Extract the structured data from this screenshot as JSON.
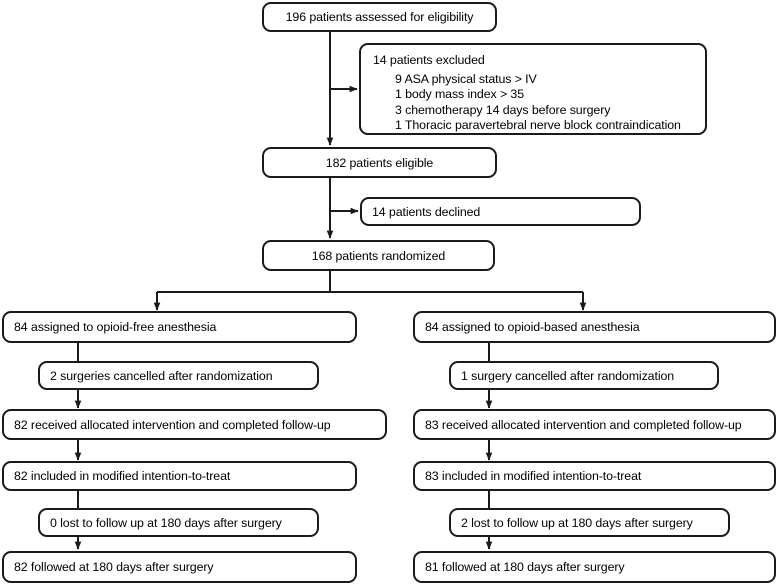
{
  "diagram": {
    "title": "CONSORT patient flow diagram",
    "type": "flowchart",
    "stroke_color": "#1a1a1a",
    "background_color": "#ffffff",
    "text_color": "#000000"
  },
  "nodes": {
    "assessed": {
      "label": "196 patients assessed for eligibility"
    },
    "excluded": {
      "header": "14 patients excluded",
      "reasons": [
        "9 ASA physical status > IV",
        "1 body mass index > 35",
        "3 chemotherapy 14 days before surgery",
        "1 Thoracic paravertebral nerve block contraindication"
      ]
    },
    "eligible": {
      "label": "182 patients eligible"
    },
    "declined": {
      "label": "14 patients declined"
    },
    "randomized": {
      "label": "168 patients randomized"
    }
  },
  "arms": {
    "left": {
      "assigned": "84 assigned to opioid-free anesthesia",
      "cancelled": "2 surgeries cancelled after randomization",
      "received": "82 received allocated intervention and completed follow-up",
      "included": "82 included in modified intention-to-treat",
      "lost": "0 lost to follow up at 180 days after surgery",
      "followed": "82 followed at 180 days after surgery"
    },
    "right": {
      "assigned": "84 assigned to opioid-based anesthesia",
      "cancelled": "1 surgery cancelled after randomization",
      "received": "83 received allocated intervention and completed follow-up",
      "included": "83 included in modified intention-to-treat",
      "lost": "2 lost to follow up at 180 days after surgery",
      "followed": "81 followed at 180 days after surgery"
    }
  }
}
